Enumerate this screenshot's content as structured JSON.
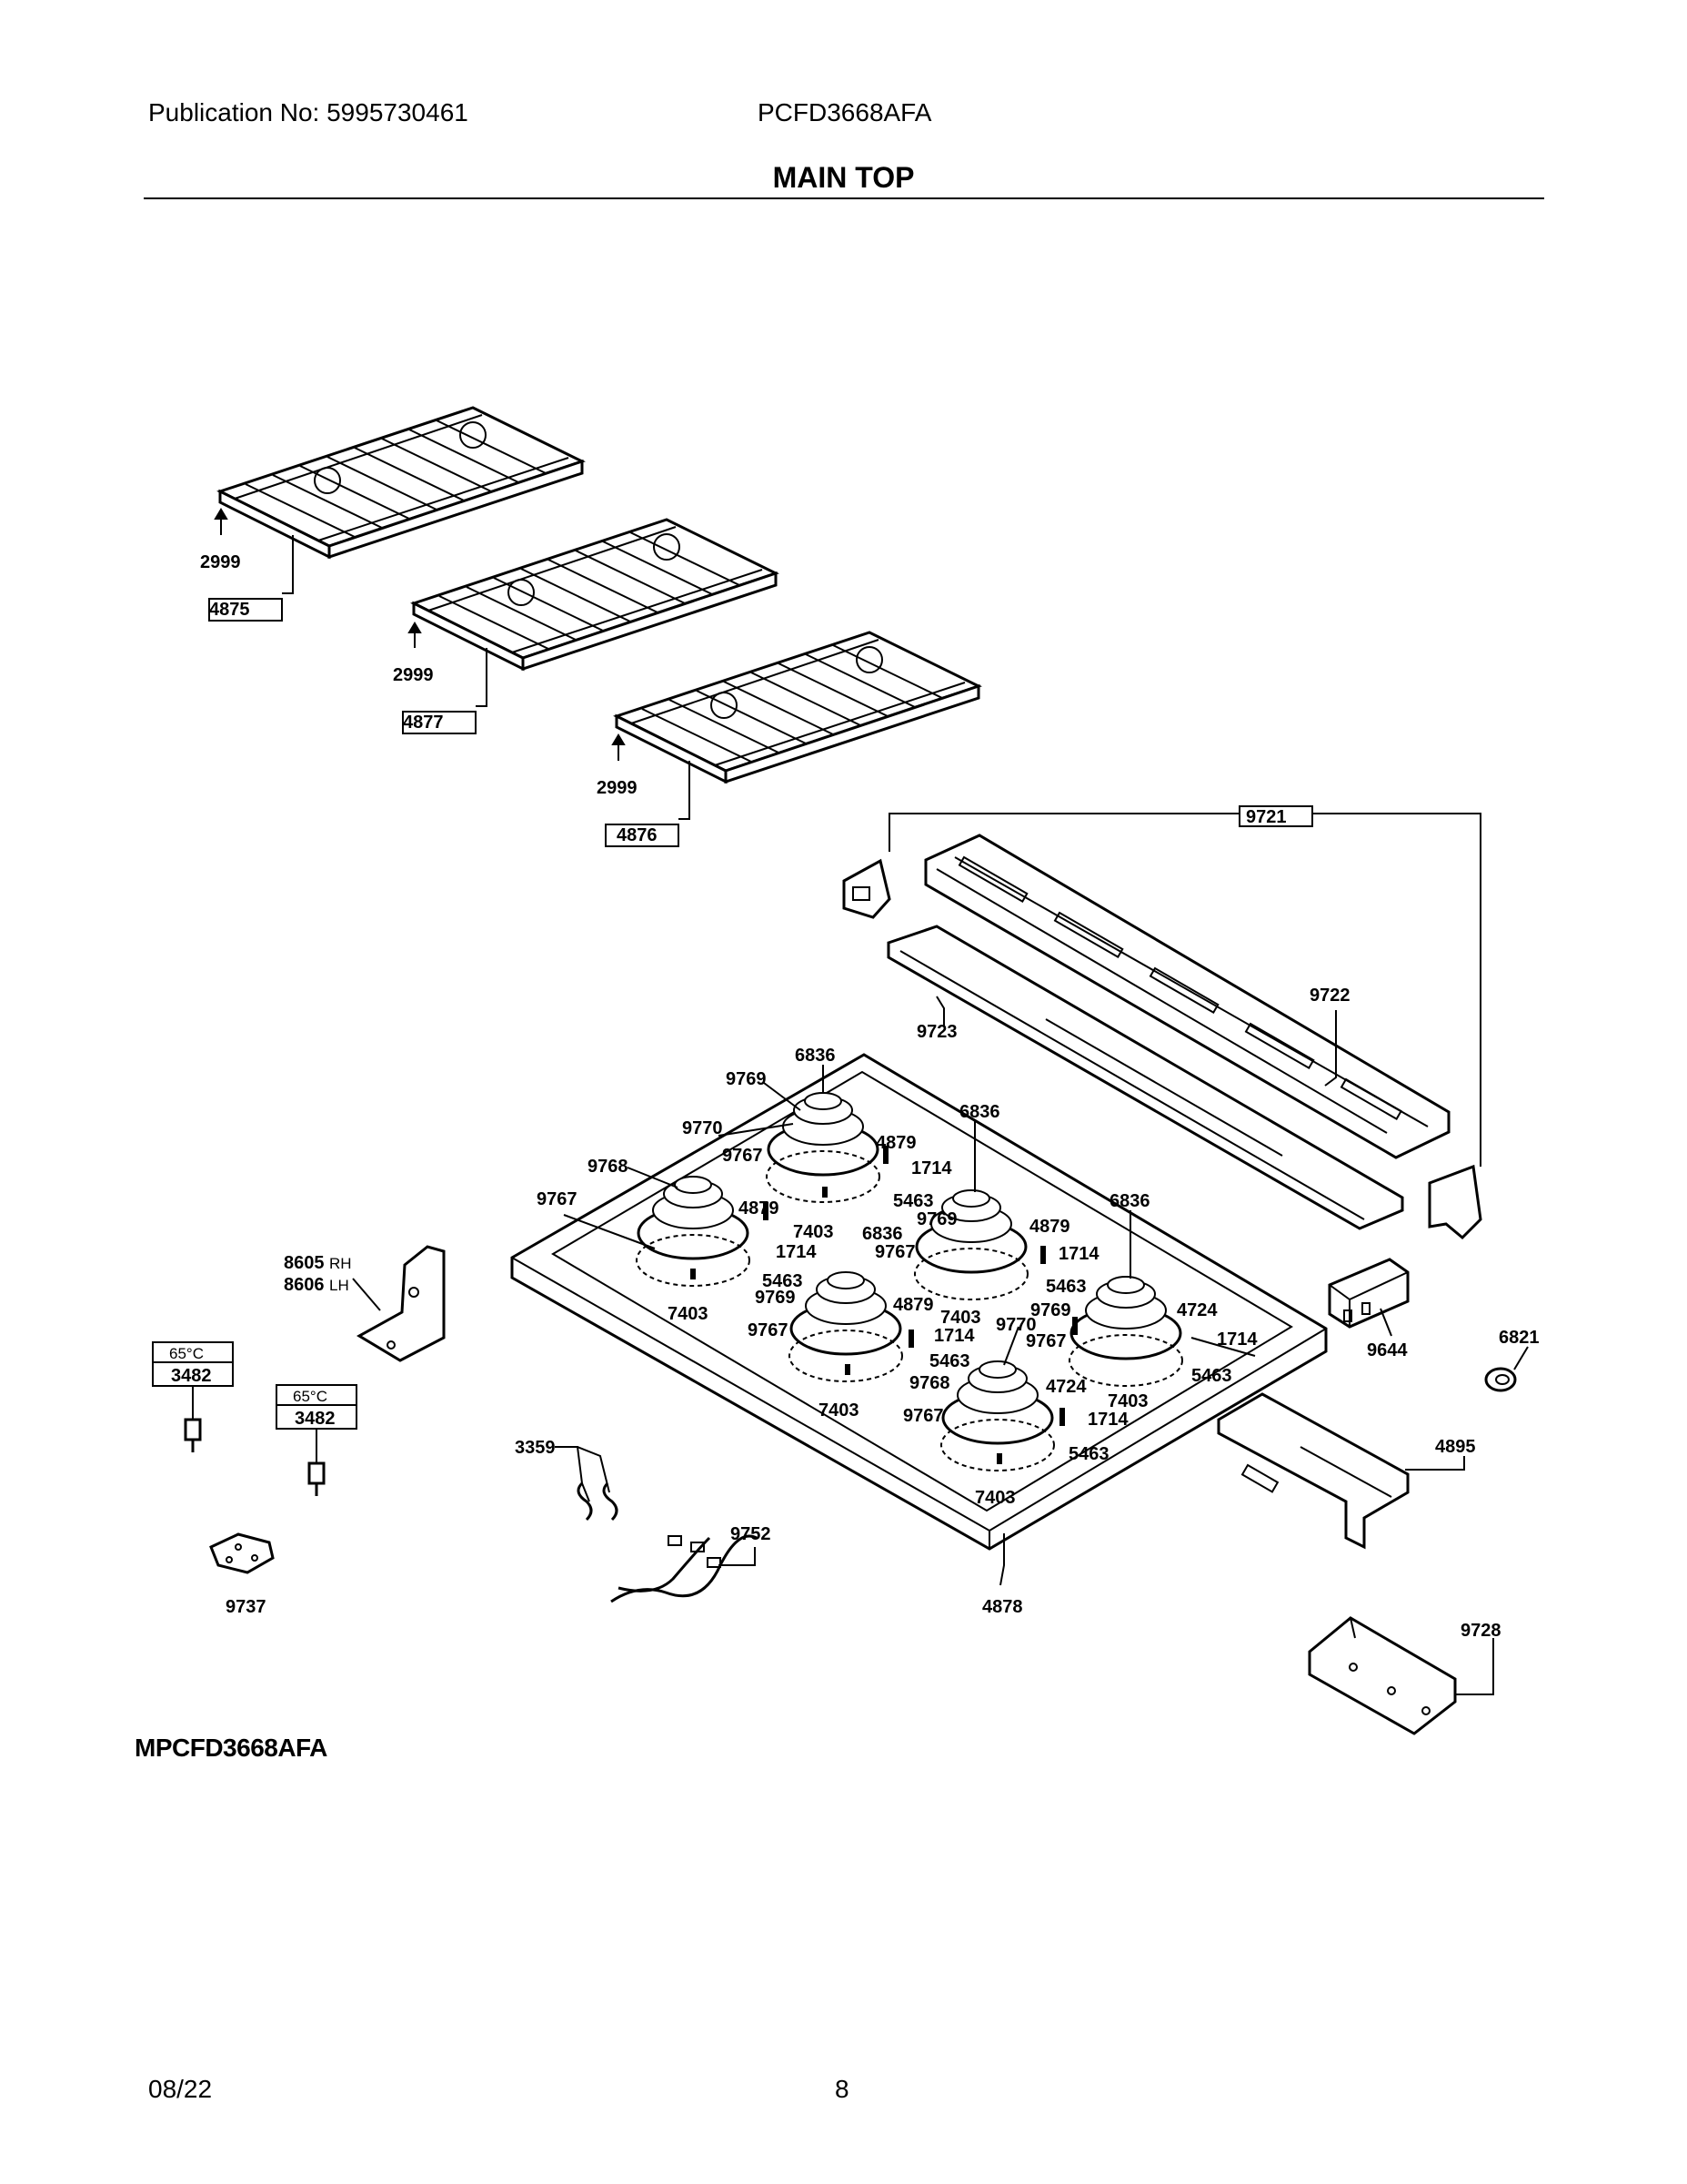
{
  "header": {
    "publication": "Publication No: 5995730461",
    "model": "PCFD3668AFA",
    "title": "MAIN TOP"
  },
  "footer": {
    "date": "08/22",
    "page": "8",
    "model_code": "MPCFD3668AFA"
  },
  "labels": {
    "p2999": "2999",
    "p4875": "4875",
    "p4877": "4877",
    "p4876": "4876",
    "p9721": "9721",
    "p9722": "9722",
    "p9723": "9723",
    "p6836": "6836",
    "p9769": "9769",
    "p9770": "9770",
    "p9768": "9768",
    "p9767": "9767",
    "p4879": "4879",
    "p1714": "1714",
    "p5463": "5463",
    "p7403": "7403",
    "p4724": "4724",
    "p8605": "8605",
    "p8606": "8606",
    "rh": "RH",
    "lh": "LH",
    "temp": "65°C",
    "p3482": "3482",
    "p9737": "9737",
    "p3359": "3359",
    "p9752": "9752",
    "p4878": "4878",
    "p9644": "9644",
    "p6821": "6821",
    "p4895": "4895",
    "p9728": "9728"
  }
}
